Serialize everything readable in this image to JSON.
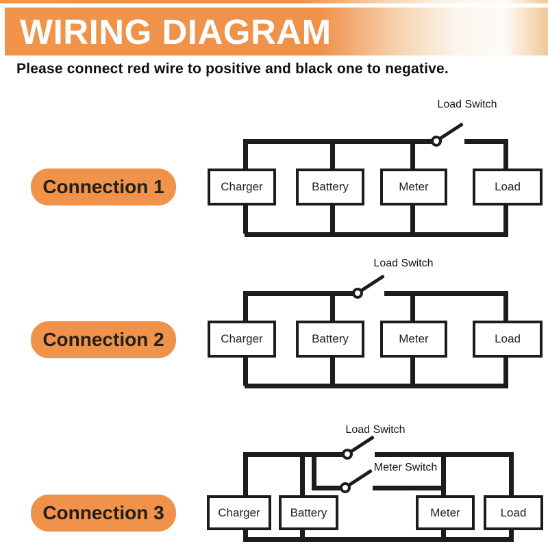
{
  "header": {
    "title": "WIRING DIAGRAM",
    "subtitle": "Please connect red wire to positive and black one to negative."
  },
  "colors": {
    "accent_orange": "#F0924A",
    "banner_orange": "#EF9449",
    "wire_black": "#1C1C1C",
    "background": "#FFFFFF"
  },
  "diagrams": [
    {
      "label": "Connection 1",
      "load_switch_label": "Load Switch",
      "components": [
        "Charger",
        "Battery",
        "Meter",
        "Load"
      ]
    },
    {
      "label": "Connection 2",
      "load_switch_label": "Load Switch",
      "components": [
        "Charger",
        "Battery",
        "Meter",
        "Load"
      ]
    },
    {
      "label": "Connection 3",
      "load_switch_label": "Load Switch",
      "meter_switch_label": "Meter Switch",
      "components": [
        "Charger",
        "Battery",
        "Meter",
        "Load"
      ]
    }
  ]
}
